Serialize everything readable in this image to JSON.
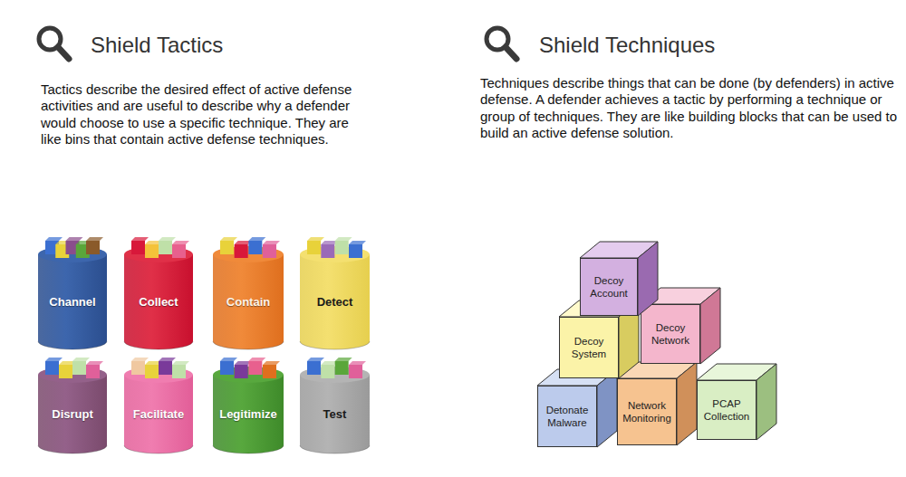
{
  "diagram": {
    "nodes": [
      {
        "text": [
          "Channel"
        ]
      },
      {
        "text": [
          "Collect"
        ]
      },
      {
        "text": [
          "Contain"
        ]
      },
      {
        "text": [
          "Detect"
        ]
      },
      {
        "text": [
          "Disrupt"
        ]
      },
      {
        "text": [
          "Facilitate"
        ]
      },
      {
        "text": [
          "Legitimize"
        ]
      },
      {
        "text": [
          "Test"
        ]
      },
      {
        "text": [
          "Decoy Account"
        ]
      },
      {
        "text": [
          "Decoy System"
        ]
      },
      {
        "text": [
          "Decoy Network"
        ]
      },
      {
        "text": [
          "Detonate Malware"
        ]
      },
      {
        "text": [
          "Network Monitoring"
        ]
      },
      {
        "text": [
          "PCAP Collection"
        ]
      }
    ],
    "labels": [
      "Shield Tactics",
      "Tactics describe the desired effect of active defense activities and are useful to describe why a defender would choose to use a specific technique. They are like bins that contain active defense techniques.",
      "Shield Techniques",
      "Techniques describe things that can be done (by defenders) in active defense. A defender achieves a tactic by performing a technique or group of techniques. They are like building blocks that can be used to build an active defense solution."
    ]
  }
}
